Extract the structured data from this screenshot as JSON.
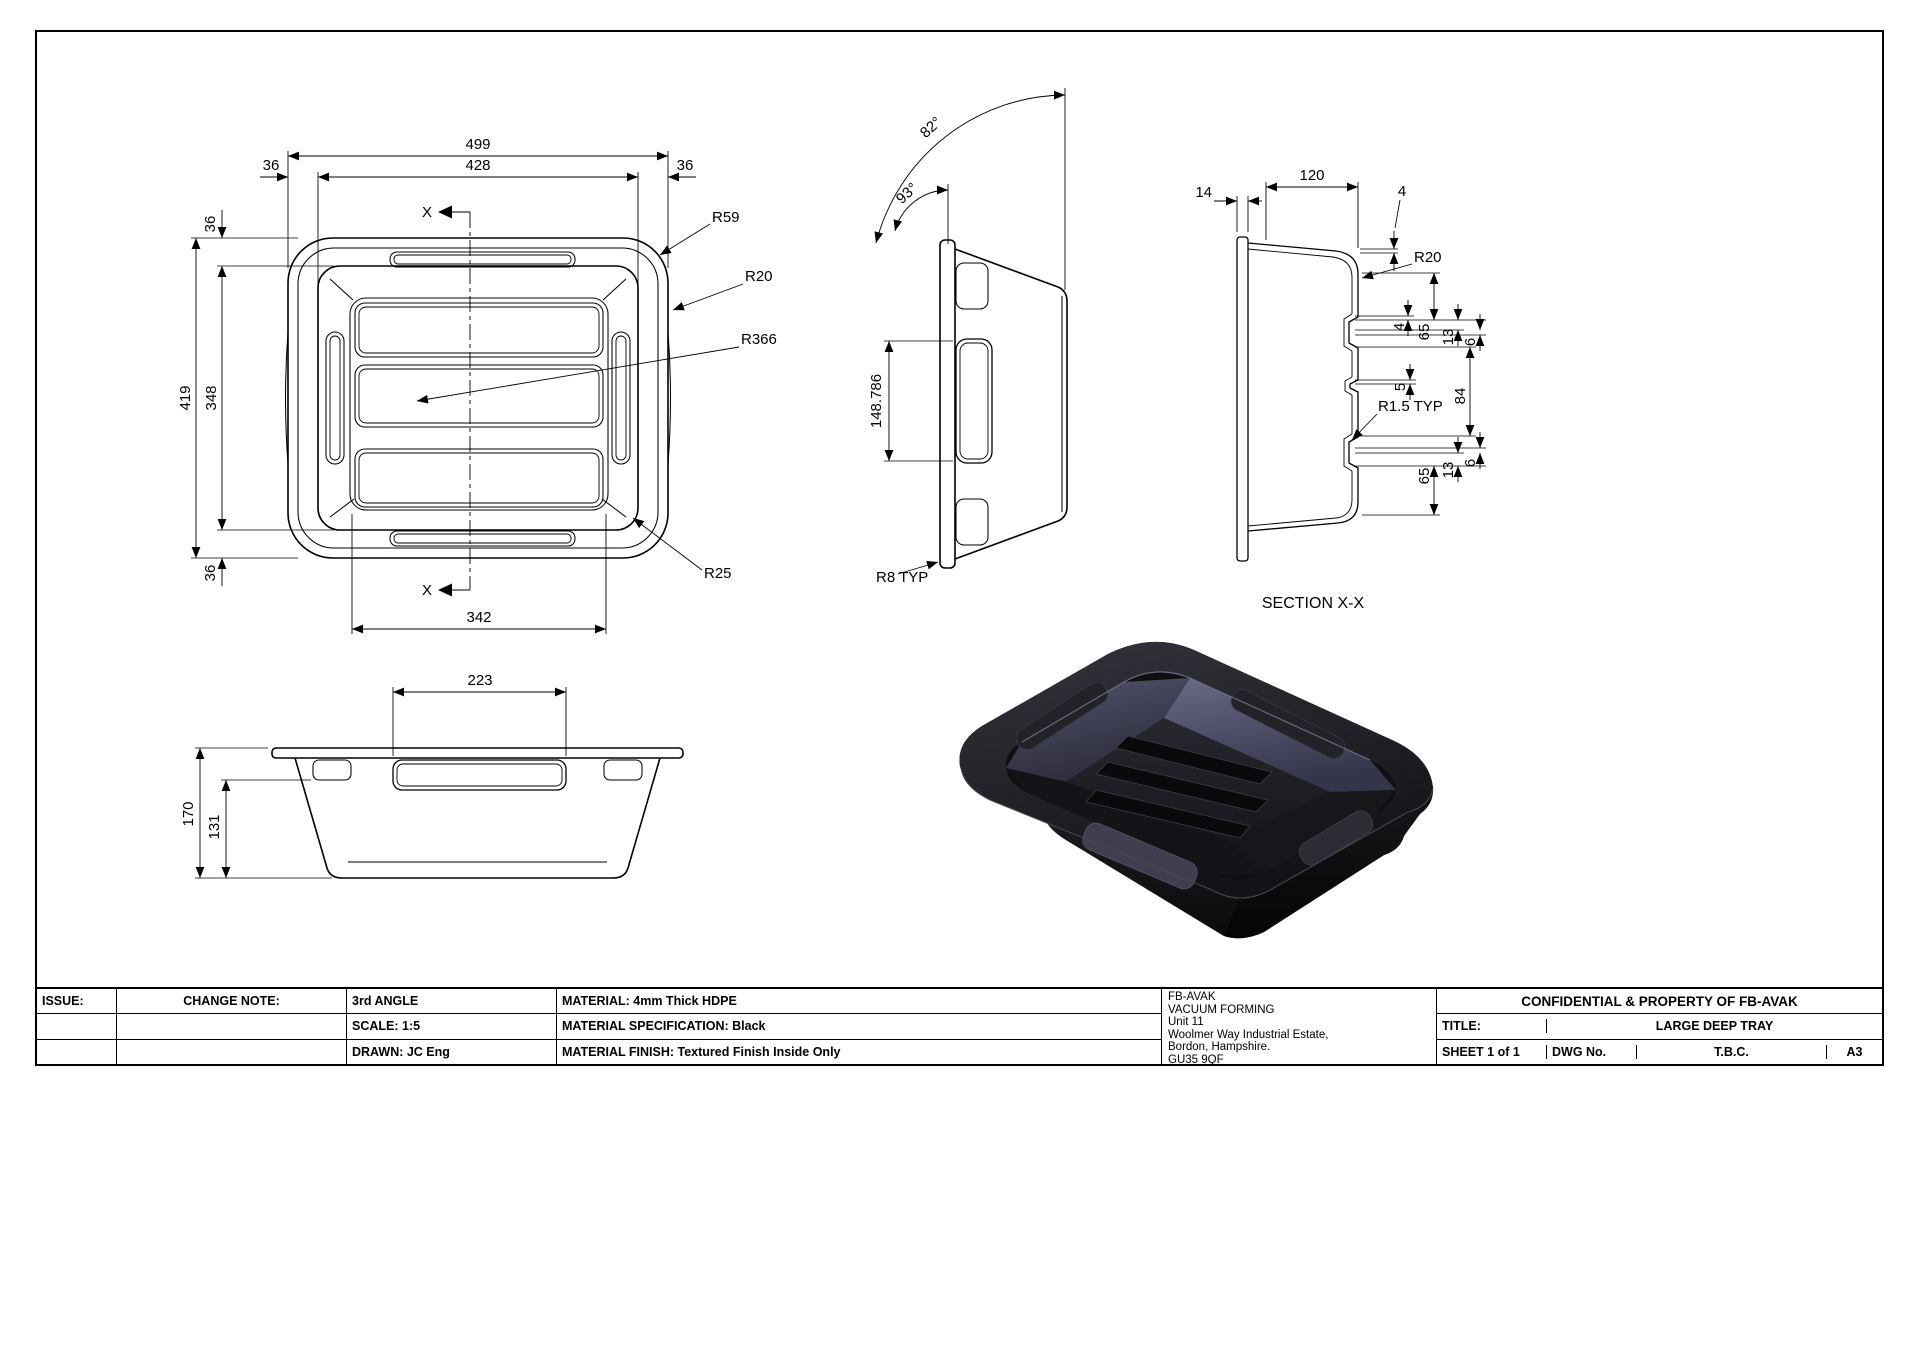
{
  "top_view": {
    "dim_499": "499",
    "dim_428": "428",
    "dim_36_top_left": "36",
    "dim_36_top_right": "36",
    "dim_419": "419",
    "dim_348": "348",
    "dim_36_left_top": "36",
    "dim_36_left_bottom": "36",
    "dim_342": "342",
    "section_x_top": "X",
    "section_x_bottom": "X",
    "r59": "R59",
    "r20": "R20",
    "r366": "R366",
    "r25": "R25"
  },
  "side_view": {
    "angle_82": "82°",
    "angle_93": "93°",
    "dim_148_786": "148.786",
    "r8_typ": "R8 TYP"
  },
  "section_view": {
    "label": "SECTION X-X",
    "dim_120": "120",
    "dim_14": "14",
    "dim_4_top": "4",
    "r20": "R20",
    "dim_4": "4",
    "dim_65_upper": "65",
    "dim_13_upper": "13",
    "dim_6_upper": "6",
    "dim_5": "5",
    "dim_84": "84",
    "r1_5_typ": "R1.5 TYP",
    "dim_65_lower": "65",
    "dim_13_lower": "13",
    "dim_6_lower": "6"
  },
  "front_view": {
    "dim_223": "223",
    "dim_170": "170",
    "dim_131": "131"
  },
  "render": {
    "body_color": "#121216",
    "cavity_highlight": "#5c5c78"
  },
  "title_block": {
    "issue": "ISSUE:",
    "change_note": "CHANGE NOTE:",
    "angle": "3rd ANGLE",
    "scale": "SCALE: 1:5",
    "drawn": "DRAWN: JC Eng",
    "material": "MATERIAL: 4mm Thick HDPE",
    "material_spec": "MATERIAL SPECIFICATION: Black",
    "material_finish": "MATERIAL FINISH: Textured Finish Inside Only",
    "company_line1": "FB-AVAK",
    "company_line2": "VACUUM FORMING",
    "company_line3": "Unit 11",
    "company_line4": "Woolmer Way Industrial Estate,",
    "company_line5": "Bordon, Hampshire.",
    "company_line6": "GU35 9QF",
    "confidential": "CONFIDENTIAL & PROPERTY OF FB-AVAK",
    "title_label": "TITLE:",
    "title": "LARGE DEEP TRAY",
    "sheet": "SHEET 1 of 1",
    "dwg_label": "DWG No.",
    "dwg_no": "T.B.C.",
    "paper_size": "A3"
  }
}
